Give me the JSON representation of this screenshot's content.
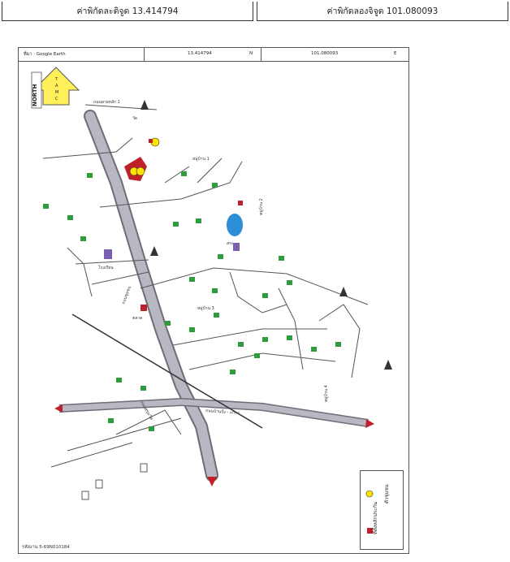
{
  "coordinates": {
    "lat_label": "ค่าพิกัดละติจูด",
    "lat_value": "13.414794",
    "lon_label": "ค่าพิกัดลองจิจูด",
    "lon_value": "101.080093"
  },
  "map_header": {
    "source_label": "ที่มา : Google Earth",
    "lat": "13.414794",
    "lat_unit": "N",
    "lon": "101.080093",
    "lon_unit": "E"
  },
  "north_arrow": {
    "label": "NORTH",
    "letters": [
      "T",
      "A",
      "M",
      "C"
    ]
  },
  "legend": {
    "items": [
      {
        "symbol": "red-square-icon",
        "label": "ที่ตั้งหลักประกัน"
      },
      {
        "symbol": "yellow-circle-icon",
        "label": "ตัวชุมชน"
      }
    ]
  },
  "map_labels": {
    "road_top": "ถนนสายหลัก 1",
    "road_main": "ถนนสุขุมวิท",
    "road_mid": "ถนนชุมชน",
    "road_east": "ถนนบ้านบึง - แกลง",
    "school": "โรงเรียน",
    "temple": "วัด",
    "pond": "สระ",
    "market": "ตลาด",
    "village_1": "หมู่บ้าน 1",
    "village_2": "หมู่บ้าน 2",
    "village_3": "หมู่บ้าน 3",
    "village_4": "หมู่บ้าน 4"
  },
  "footer": {
    "text": "รหัสงาน 5-69N010184"
  },
  "colors": {
    "road": "#b8b8c2",
    "road_edge": "#6d6d78",
    "arrow": "#c0202a",
    "north_fill": "#ffef5a",
    "marker_red": "#c0202a",
    "marker_yellow": "#ffe400",
    "house_green": "#2f9d3e",
    "pond_blue": "#2c8fd6"
  }
}
